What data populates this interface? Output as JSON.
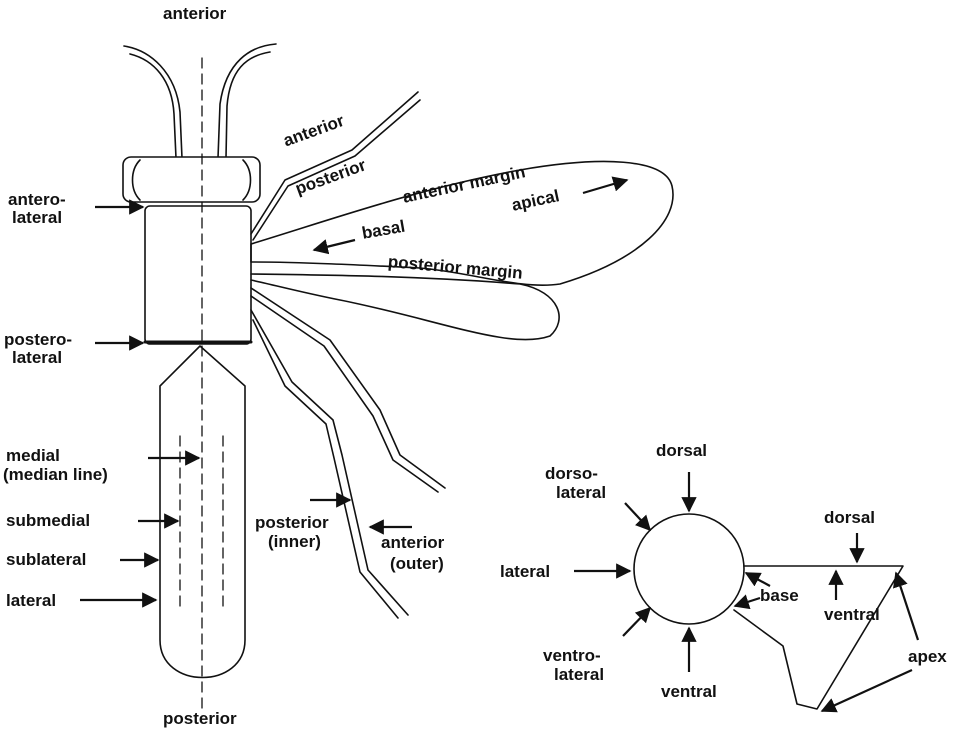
{
  "axis": {
    "anterior": "anterior",
    "posterior": "posterior"
  },
  "body_labels": {
    "anterolateral_1": "antero-",
    "anterolateral_2": "lateral",
    "posterolateral_1": "postero-",
    "posterolateral_2": "lateral",
    "medial_1": "medial",
    "medial_2": "(median line)",
    "submedial": "submedial",
    "sublateral": "sublateral",
    "lateral": "lateral"
  },
  "appendage_labels": {
    "leg_anterior": "anterior",
    "leg_posterior": "posterior",
    "wing_anterior_margin": "anterior margin",
    "wing_apical": "apical",
    "wing_basal": "basal",
    "wing_posterior_margin": "posterior margin",
    "hindleg_posterior_1": "posterior",
    "hindleg_posterior_2": "(inner)",
    "hindleg_anterior_1": "anterior",
    "hindleg_anterior_2": "(outer)"
  },
  "section_labels": {
    "dorsal": "dorsal",
    "dorsolateral_1": "dorso-",
    "dorsolateral_2": "lateral",
    "lateral": "lateral",
    "ventrolateral_1": "ventro-",
    "ventrolateral_2": "lateral",
    "ventral": "ventral",
    "base": "base",
    "spine_dorsal": "dorsal",
    "spine_ventral": "ventral",
    "apex": "apex"
  }
}
